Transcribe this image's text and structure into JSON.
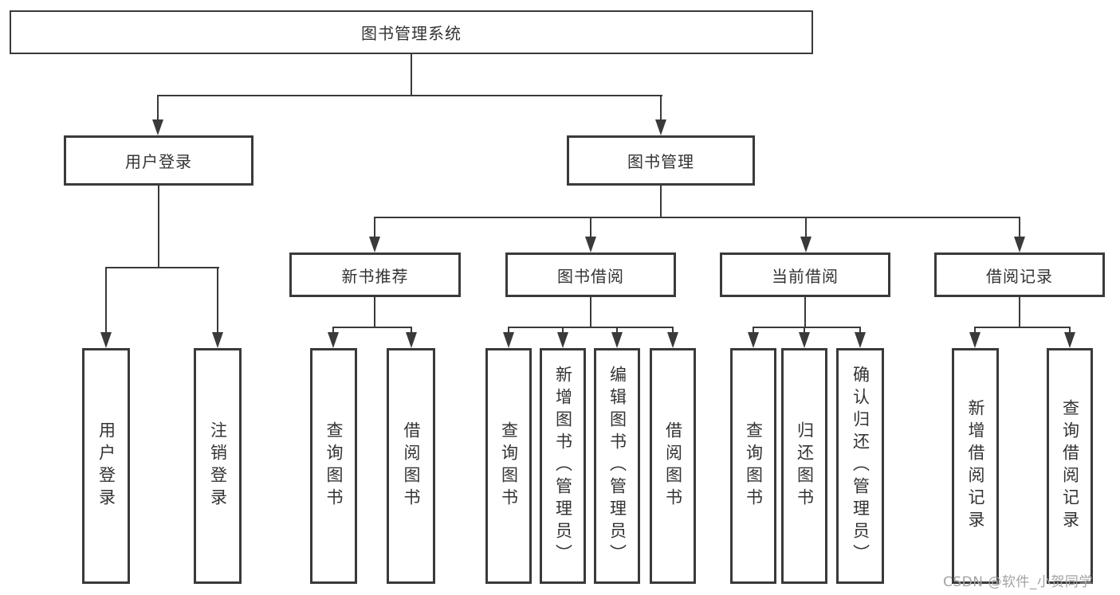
{
  "diagram": {
    "root": {
      "label": "图书管理系统"
    },
    "branches": [
      {
        "label": "用户登录",
        "children": [
          {
            "label": "用户登录"
          },
          {
            "label": "注销登录"
          }
        ]
      },
      {
        "label": "图书管理",
        "children": [
          {
            "label": "新书推荐",
            "children": [
              {
                "label": "查询图书"
              },
              {
                "label": "借阅图书"
              }
            ]
          },
          {
            "label": "图书借阅",
            "children": [
              {
                "label": "查询图书"
              },
              {
                "label": "新增图书（管理员）"
              },
              {
                "label": "编辑图书（管理员）"
              },
              {
                "label": "借阅图书"
              }
            ]
          },
          {
            "label": "当前借阅",
            "children": [
              {
                "label": "查询图书"
              },
              {
                "label": "归还图书"
              },
              {
                "label": "确认归还（管理员）"
              }
            ]
          },
          {
            "label": "借阅记录",
            "children": [
              {
                "label": "新增借阅记录"
              },
              {
                "label": "查询借阅记录"
              }
            ]
          }
        ]
      }
    ]
  },
  "watermark": {
    "text": "CSDN @软件_小贺同学"
  },
  "colors": {
    "line": "#3a3a3a",
    "text": "#333333",
    "watermark": "#a3a3a3",
    "background": "#ffffff"
  }
}
